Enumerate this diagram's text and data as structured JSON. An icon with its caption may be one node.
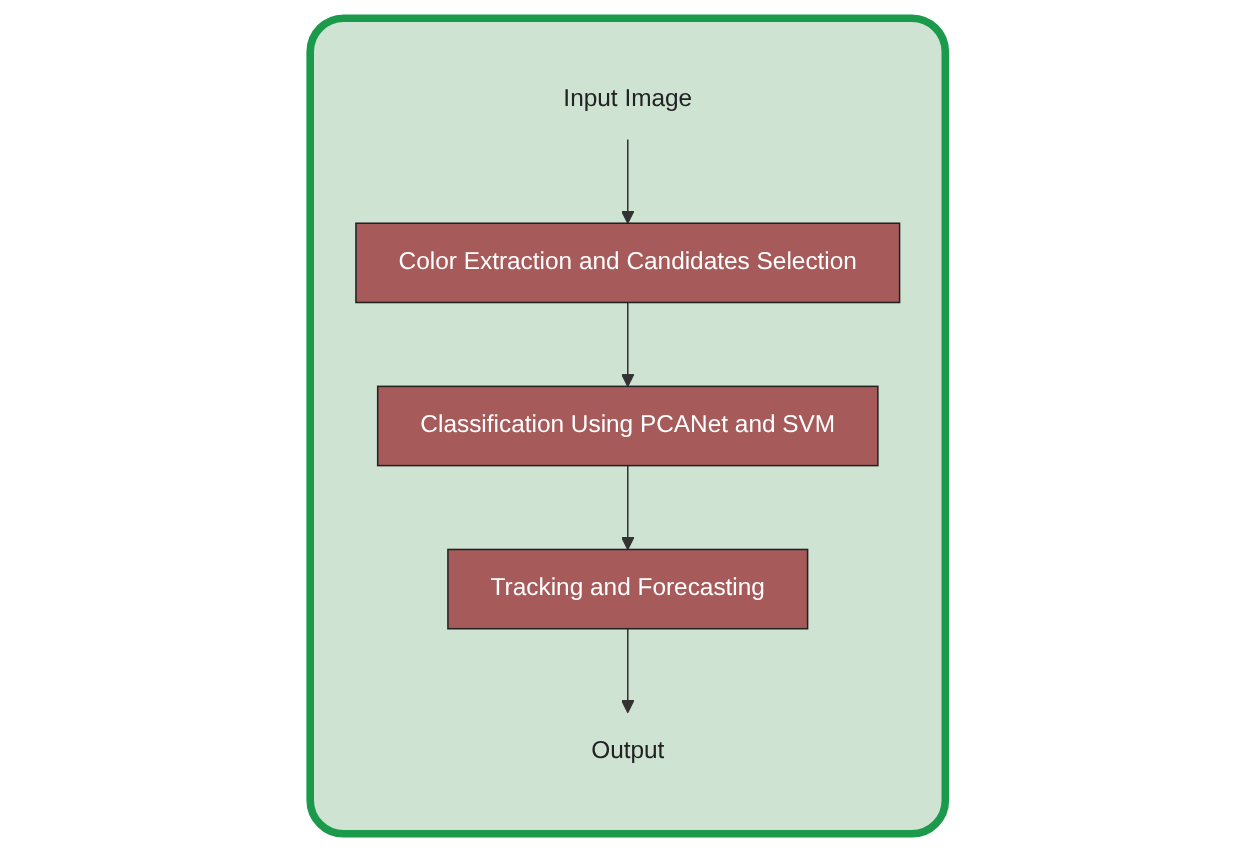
{
  "diagram": {
    "nodes": [
      {
        "text": [],
        "shape": "box"
      },
      {
        "text": [
          "Input Image"
        ],
        "in": 0
      },
      {
        "text": [
          "Color Extraction and Candidates Selection"
        ],
        "in": 0
      },
      {
        "text": [
          "Classification Using PCANet and SVM"
        ],
        "in": 0
      },
      {
        "text": [
          "Tracking and Forecasting"
        ],
        "in": 0
      },
      {
        "text": [
          "Output"
        ],
        "in": 0
      }
    ],
    "edges": [
      {
        "from": 1,
        "to": 2,
        "arrow": "to"
      },
      {
        "from": 2,
        "to": 3,
        "arrow": "to"
      },
      {
        "from": 3,
        "to": 4,
        "arrow": "to"
      },
      {
        "from": 4,
        "to": 5,
        "arrow": "to"
      }
    ]
  }
}
